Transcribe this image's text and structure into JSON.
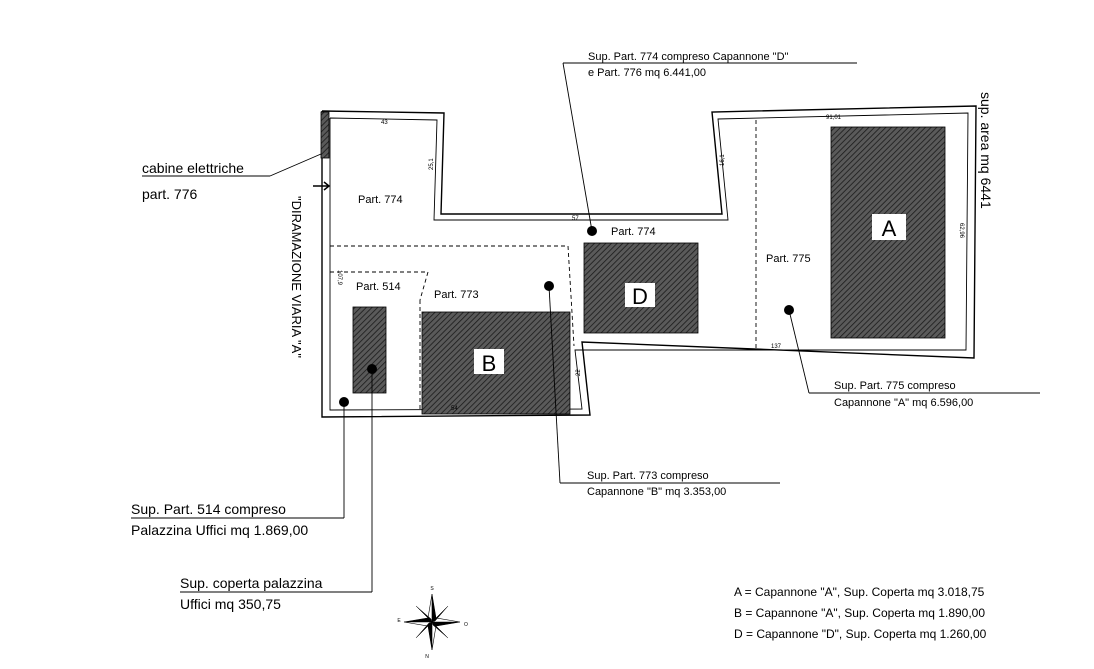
{
  "parcels": {
    "p774_top": "Part. 774",
    "p774_mid": "Part. 774",
    "p775": "Part. 775",
    "p514": "Part. 514",
    "p773": "Part. 773"
  },
  "buildings": {
    "a": "A",
    "b": "B",
    "d": "D"
  },
  "road_label": "\"DIRAMAZIONE VIARIA \"A\"",
  "area_label": "sup. area mq 6441",
  "cabins": {
    "line1": "cabine elettriche",
    "line2": "part. 776"
  },
  "callouts": {
    "c774_line1": "Sup. Part. 774 compreso Capannone \"D\"",
    "c774_line2": "e Part. 776 mq  6.441,00",
    "c775_line1": "Sup. Part. 775 compreso",
    "c775_line2": "Capannone \"A\" mq  6.596,00",
    "c773_line1": "Sup. Part. 773 compreso",
    "c773_line2": "Capannone \"B\" mq  3.353,00",
    "c514_line1": "Sup. Part. 514 compreso",
    "c514_line2": "Palazzina Uffici mq 1.869,00",
    "cov_line1": "Sup. coperta palazzina",
    "cov_line2": "Uffici mq 350,75"
  },
  "legend": [
    "A = Capannone \"A\", Sup. Coperta mq 3.018,75",
    "B = Capannone \"A\", Sup. Coperta mq 1.890,00",
    "D = Capannone \"D\", Sup. Coperta mq 1.260,00"
  ],
  "dimensions": {
    "d43": "43",
    "d251": "25,1",
    "d57": "57",
    "d161": "16,1",
    "d9101": "91,01",
    "d6296": "62,96",
    "d1079": "107,9",
    "d54": "54",
    "d137": "137",
    "d22": "22"
  },
  "compass": {
    "n": "N",
    "s": "S",
    "e": "E",
    "o": "O"
  }
}
